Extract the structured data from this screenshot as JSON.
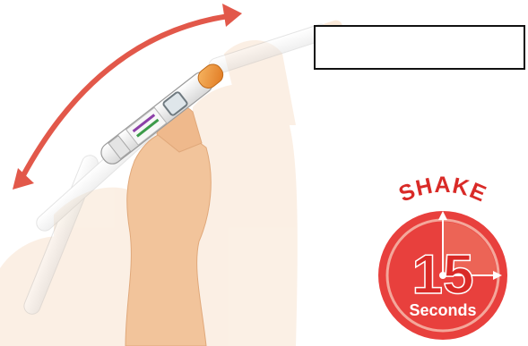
{
  "badge": {
    "title": "SHAKE",
    "number": "15",
    "unit": "Seconds"
  },
  "label_box": {
    "text": ""
  },
  "colors": {
    "arrow": "#e2584a",
    "badge_fill": "#e8403d",
    "badge_inner": "#ec6b5a",
    "badge_text": "#d92a27",
    "pen_cap": "#f39a3a",
    "skin": "#f2c49b",
    "pen_body": "#ffffff"
  },
  "icons": {
    "motion_arrow": "double-headed-curved-arrow",
    "timer": "stopwatch-icon"
  }
}
